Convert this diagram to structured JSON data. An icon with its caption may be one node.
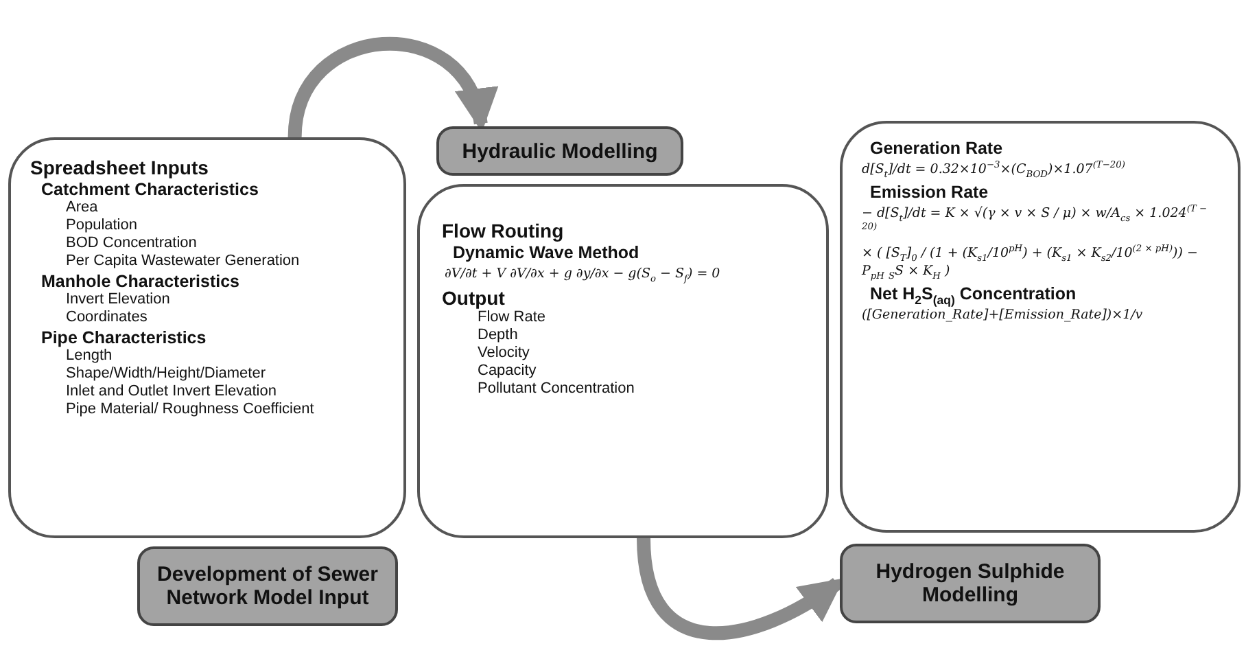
{
  "diagram": {
    "nodes": [
      {
        "text": [
          "Spreadsheet Inputs",
          "Catchment Characteristics",
          "Area",
          "Population",
          "BOD Concentration",
          "Per Capita Wastewater Generation",
          "Manhole  Characteristics",
          "Invert Elevation",
          "Coordinates",
          "Pipe Characteristics",
          "Length",
          "Shape/Width/Height/Diameter",
          "Inlet and Outlet Invert Elevation",
          "Pipe Material/ Roughness Coefficient"
        ]
      },
      {
        "text": [
          "Development of Sewer Network Model Input"
        ]
      },
      {
        "text": [
          "Hydraulic Modelling"
        ]
      },
      {
        "text": [
          "Flow Routing",
          "Dynamic Wave Method",
          "∂V/∂t + V ∂V/∂x + g ∂y/∂x − g(S$_{o}$ − S$_{f}$) = 0",
          "Output",
          "Flow Rate",
          "Depth",
          "Velocity",
          "Capacity",
          "Pollutant Concentration"
        ]
      },
      {
        "text": [
          "Generation Rate",
          "d[S$_{t}$]/dt = 0.32×10$^{−3}$×(C$_{BOD}$)×1.07$^{(T−20)}$",
          "Emission Rate",
          "− d[S$_{t}$]/dt = K × √(γ × v × S / μ) × w/A$_{cs}$ × 1.024$^{(T − 20)}$",
          "× ( [S$_{T}$]$_{0}$ / (1 + (K$_{s1}$/10$^{pH}$) + (K$_{s1}$ × K$_{s2}$/10$^{(2 × pH)}$)) − P$_{pH}$ $_{S}$S × K$_{H}$ )",
          "Net H$_{2}$S$_{(aq)}$ Concentration",
          "([Generation_Rate]+[Emission_Rate])×1/v"
        ]
      },
      {
        "text": [
          "Hydrogen Sulphide Modelling"
        ]
      }
    ],
    "edges": [
      {
        "from": 0,
        "to": 2,
        "arrow": "to"
      },
      {
        "from": 3,
        "to": 5,
        "arrow": "to"
      }
    ]
  }
}
